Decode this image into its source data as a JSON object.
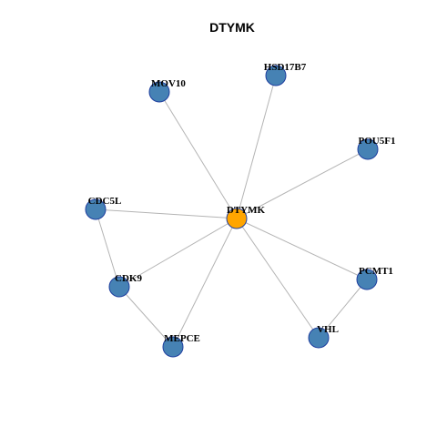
{
  "title": "DTYMK",
  "colors": {
    "hub_fill": "#FFA500",
    "node_fill": "#4682B4",
    "node_stroke": "#1F3F9F",
    "edge": "#B4B4B4"
  },
  "nodes": [
    {
      "id": "DTYMK",
      "label": "DTYMK",
      "hub": true
    },
    {
      "id": "MOV10",
      "label": "MOV10"
    },
    {
      "id": "HSD17B7",
      "label": "HSD17B7"
    },
    {
      "id": "POU5F1",
      "label": "POU5F1"
    },
    {
      "id": "CDC5L",
      "label": "CDC5L"
    },
    {
      "id": "CDK9",
      "label": "CDK9"
    },
    {
      "id": "PCMT1",
      "label": "PCMT1"
    },
    {
      "id": "MEPCE",
      "label": "MEPCE"
    },
    {
      "id": "VHL",
      "label": "VHL"
    }
  ],
  "edges": [
    [
      "DTYMK",
      "MOV10"
    ],
    [
      "DTYMK",
      "HSD17B7"
    ],
    [
      "DTYMK",
      "POU5F1"
    ],
    [
      "DTYMK",
      "CDC5L"
    ],
    [
      "DTYMK",
      "CDK9"
    ],
    [
      "DTYMK",
      "PCMT1"
    ],
    [
      "DTYMK",
      "MEPCE"
    ],
    [
      "DTYMK",
      "VHL"
    ],
    [
      "CDC5L",
      "CDK9"
    ],
    [
      "CDK9",
      "MEPCE"
    ],
    [
      "PCMT1",
      "VHL"
    ]
  ]
}
